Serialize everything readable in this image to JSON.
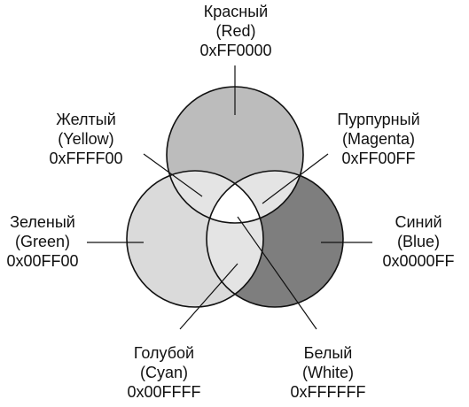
{
  "colors": {
    "red": "#bcbcbc",
    "green": "#dadada",
    "blue": "#7e7e7e",
    "yellow": "#e4e4e4",
    "magenta": "#e4e4e4",
    "cyan": "#e4e4e4",
    "white": "#ffffff",
    "stroke": "#111111"
  },
  "labels": {
    "red": {
      "name": "Красный",
      "en": "(Red)",
      "hex": "0xFF0000"
    },
    "yellow": {
      "name": "Желтый",
      "en": "(Yellow)",
      "hex": "0xFFFF00"
    },
    "magenta": {
      "name": "Пурпурный",
      "en": "(Magenta)",
      "hex": "0xFF00FF"
    },
    "green": {
      "name": "Зеленый",
      "en": "(Green)",
      "hex": "0x00FF00"
    },
    "blue": {
      "name": "Синий",
      "en": "(Blue)",
      "hex": "0x0000FF"
    },
    "cyan": {
      "name": "Голубой",
      "en": "(Cyan)",
      "hex": "0x00FFFF"
    },
    "white": {
      "name": "Белый",
      "en": "(White)",
      "hex": "0xFFFFFF"
    }
  }
}
